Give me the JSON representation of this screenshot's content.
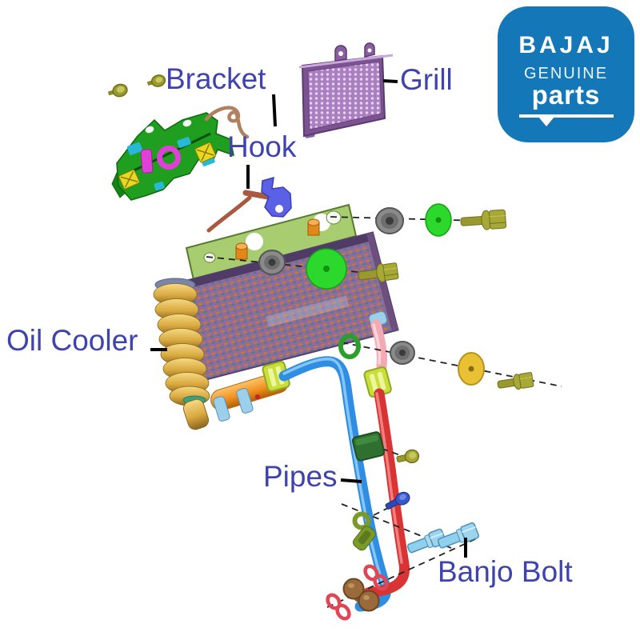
{
  "labels": {
    "bracket": "Bracket",
    "grill": "Grill",
    "hook": "Hook",
    "oil_cooler": "Oil Cooler",
    "pipes": "Pipes",
    "banjo_bolt": "Banjo Bolt"
  },
  "logo": {
    "brand": "BAJAJ",
    "subtitle": "GENUINE",
    "product": "parts"
  },
  "colors": {
    "label_text": "#3f43ad",
    "leader_line": "#000000",
    "logo_bg": "#1478b8",
    "logo_text": "#ffffff",
    "bracket_green": "#1f9e1f",
    "grill_purple": "#7d5291",
    "hook_blue": "#5b61e6",
    "cooler_purple": "#8f6b9e",
    "bellows_gold": "#d9a93f",
    "mount_strip_green": "#a8cc70",
    "tube_orange": "#f09020",
    "pipe_blue": "#2f8de4",
    "pipe_red": "#d93434",
    "pipe_pink": "#f2aab4",
    "banjo_bolt_blue": "#8fd0ec",
    "fitting_brown": "#9a6a3a",
    "bolt_olive": "#99992e",
    "grommet_gray": "#8a8a8a",
    "disc_green": "#2bd82b",
    "washer_yellow": "#e8c233",
    "clamp_yellowgreen": "#cade3a",
    "clamp_darkgreen": "#2f6f2f",
    "oring_red": "#e04656",
    "oring_green": "#2aa02a"
  }
}
